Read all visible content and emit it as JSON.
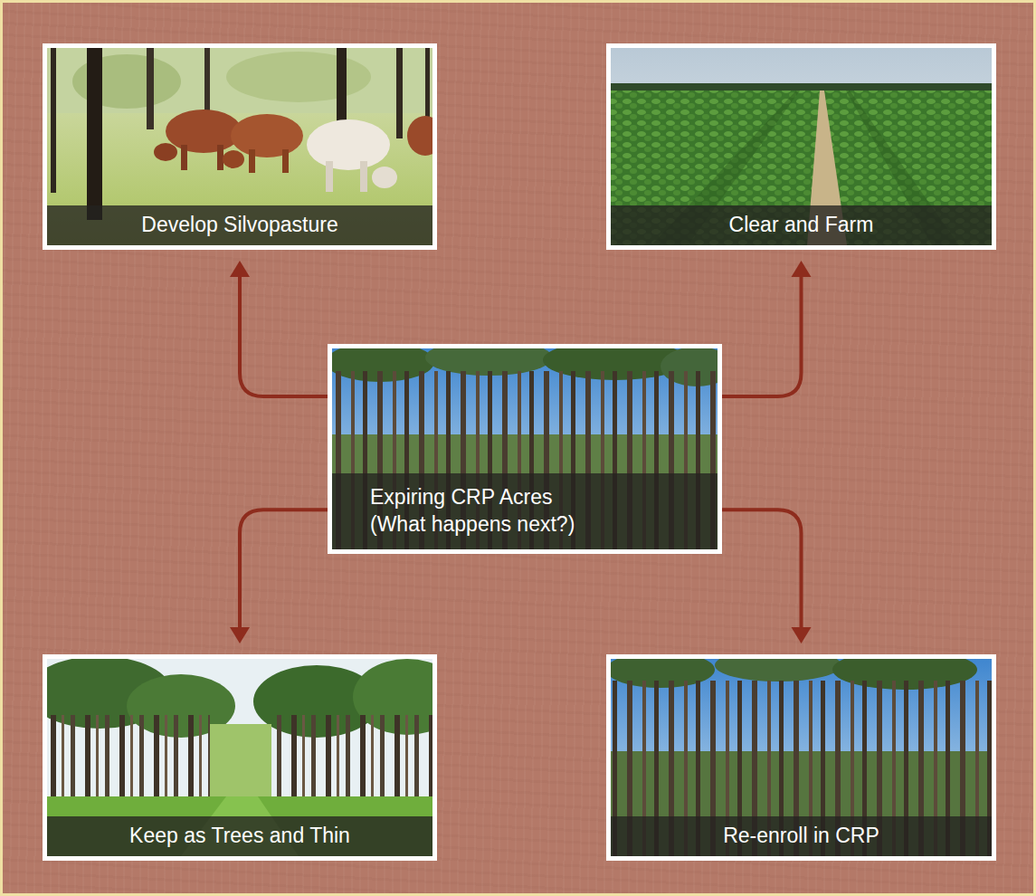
{
  "diagram": {
    "nodes": [
      {
        "text": [
          "Develop Silvopasture"
        ]
      },
      {
        "text": [
          "Clear and Farm"
        ]
      },
      {
        "text": [
          "Expiring CRP Acres (What happens next?)"
        ]
      },
      {
        "text": [
          "Keep as Trees and Thin"
        ]
      },
      {
        "text": [
          "Re-enroll in CRP"
        ]
      }
    ],
    "edges": [
      {
        "from": 2,
        "to": 0,
        "arrow": "to"
      },
      {
        "from": 2,
        "to": 1,
        "arrow": "to"
      },
      {
        "from": 2,
        "to": 3,
        "arrow": "to"
      },
      {
        "from": 2,
        "to": 4,
        "arrow": "to"
      }
    ]
  }
}
